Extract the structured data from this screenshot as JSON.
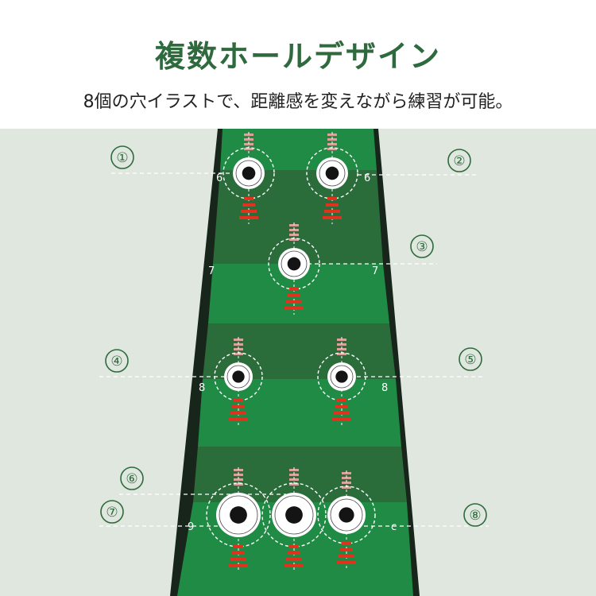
{
  "header": {
    "title": "複数ホールデザイン",
    "subtitle": "8個の穴イラストで、距離感を変えながら練習が可能。"
  },
  "callouts": [
    "①",
    "②",
    "③",
    "④",
    "⑤",
    "⑥",
    "⑦",
    "⑧"
  ],
  "distance_marks": {
    "row1_left": "6",
    "row1_right": "6",
    "row2_left": "7",
    "row2_right": "7",
    "row3_left": "8",
    "row3_right": "8",
    "row4_left": "9",
    "row4_right": "c"
  },
  "colors": {
    "accent_green": "#2f6a3e",
    "mat_light": "#1c8a42",
    "mat_dark": "#2a6a3a",
    "frame_dark": "#1a2a20",
    "background": "#dfe7de",
    "target_red": "#e0321c"
  }
}
